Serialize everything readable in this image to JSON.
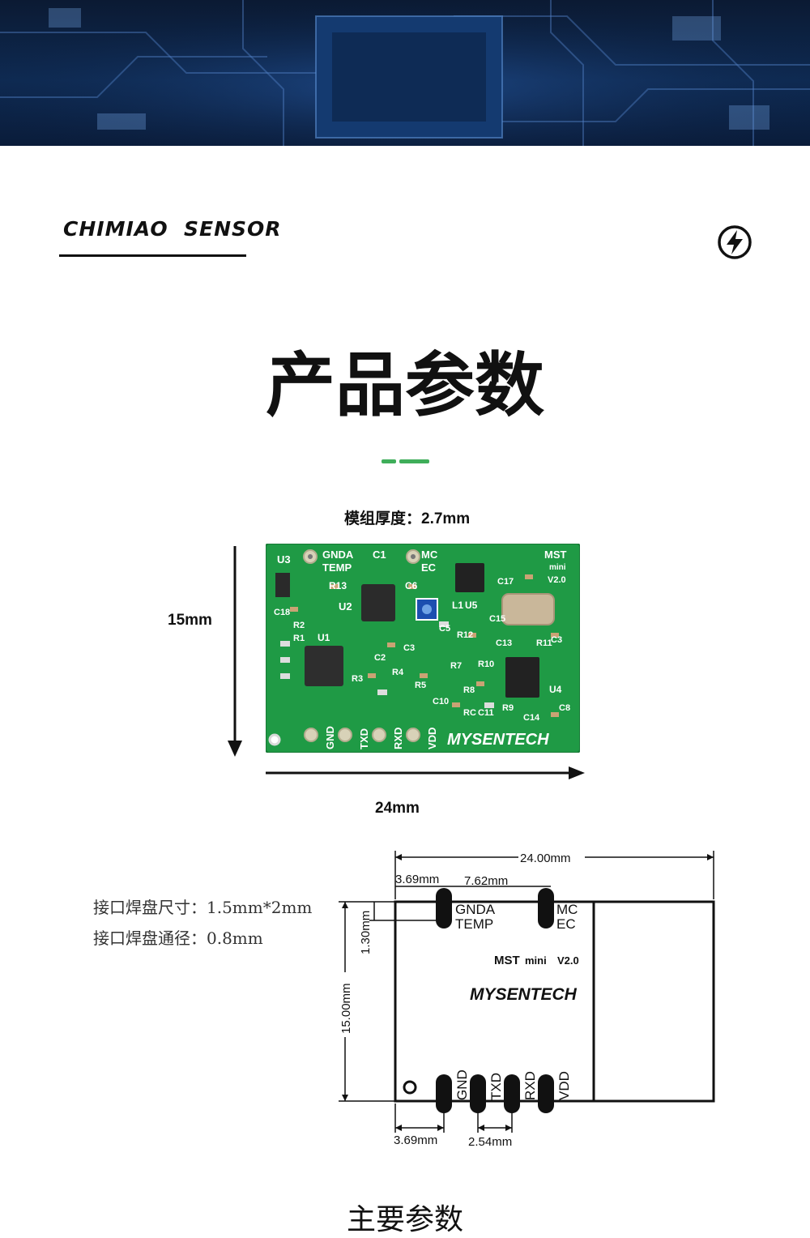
{
  "header": {
    "brand": "CHIMIAO  SENSOR",
    "brand_icon": "lightning-bolt-icon"
  },
  "main": {
    "title": "产品参数",
    "photo": {
      "thickness_label": "模组厚度：2.7mm",
      "height_label": "15mm",
      "width_label": "24mm",
      "board_labels": [
        "U3",
        "GNDA",
        "TEMP",
        "C1",
        "MC",
        "EC",
        "MST",
        "mini",
        "V2.0",
        "R13",
        "C6",
        "U2",
        "L1",
        "U5",
        "C17",
        "C15",
        "C18",
        "R2",
        "R1",
        "C5",
        "R12",
        "U1",
        "C3",
        "C13",
        "R11",
        "C2",
        "C3",
        "R3",
        "R4",
        "R7",
        "R10",
        "R5",
        "R8",
        "R9",
        "U4",
        "C10",
        "C11",
        "RC",
        "C14",
        "C8",
        "GND",
        "TXD",
        "RXD",
        "VDD",
        "MYSENTECH"
      ]
    },
    "specs": {
      "pad_size": "接口焊盘尺寸：1.5mm*2mm",
      "pad_hole": "接口焊盘通径：0.8mm"
    },
    "drawing": {
      "dim_total_width": "24.00mm",
      "dim_left_offset_top": "3.69mm",
      "dim_top_spacing": "7.62mm",
      "dim_height": "15.00mm",
      "dim_pad_offset": "1.30mm",
      "dim_left_offset_bottom": "3.69mm",
      "dim_pitch": "2.54mm",
      "pin_gnda": "GNDA",
      "pin_temp": "TEMP",
      "pin_mc": "MC",
      "pin_ec": "EC",
      "model_mst": "MST",
      "model_mini": "mini",
      "model_ver": "V2.0",
      "brand": "MYSENTECH",
      "pins_bottom": [
        "GND",
        "TXD",
        "RXD",
        "VDD"
      ]
    },
    "subtitle": "主要参数"
  },
  "colors": {
    "accent_green": "#3fae5a",
    "pcb_green": "#1f9a45",
    "banner_blue": "#0e2a52"
  }
}
